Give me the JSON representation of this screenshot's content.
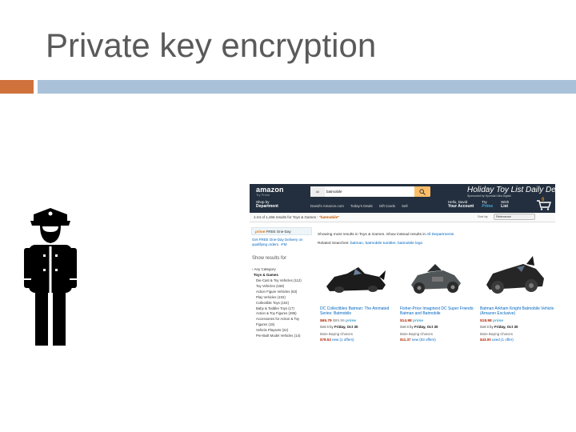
{
  "slide": {
    "title": "Private key encryption"
  },
  "colors": {
    "accent": "#d0723c",
    "rule": "#a9c1d9",
    "amazon_nav": "#232f3e",
    "search_button": "#febd69",
    "link": "#0066c0",
    "price": "#b12704"
  },
  "amazon": {
    "logo": "amazon",
    "logo_sub": "Try Prime",
    "search": {
      "category": "All",
      "query": "batmobile"
    },
    "promo": "Holiday Toy List Daily Deals",
    "promo_sub": "Sponsored by Hyundai Ultra Digital",
    "shop_by": "Shop by",
    "department": "Department",
    "nav_links": [
      "David's Amazon.com",
      "Today's Deals",
      "Gift Cards",
      "Sell"
    ],
    "hello": "Hello, David",
    "your_account": "Your Account",
    "try": "Try",
    "prime": "Prime",
    "wish": "Wish",
    "list": "List",
    "cart_count": "0",
    "results_prefix": "1-24 of 1,466 results for Toys & Games : ",
    "results_query": "\"batmobile\"",
    "sort_label": "Sort by",
    "sort_value": "Relevance",
    "sidebar": {
      "prime_box_logo": "prime",
      "prime_box_text": "FREE One-Day",
      "free_delivery": "Get FREE One-Day Delivery on qualifying orders. ›FM",
      "show_results": "Show results for",
      "any_category": "‹ Any Category",
      "root": "Toys & Games",
      "categories": [
        "Die-Cast & Toy Vehicles (112)",
        "Toy Vehicles (158)",
        "Action Figure Vehicles (63)",
        "Play Vehicles (102)",
        "Collectible Toys (104)",
        "Baby & Toddler Toys (17)",
        "Action & Toy Figures (285)",
        "Accessories for Action & Toy",
        "Figures (15)",
        "Vehicle Playsets (22)",
        "Pre-Built Model Vehicles (14)"
      ]
    },
    "showing": "Showing most results in Toys & Games. Show instead results in ",
    "showing_link": "All Departments",
    "related_prefix": "Related Searches: ",
    "related_links": "batman, batmobile tumbler, batmobile lego",
    "products": [
      {
        "title": "DC Collectibles Batman: The Animated Series: Batmobile",
        "price": "$65.79",
        "price_note": "$89.99",
        "prime": "prime",
        "ship": "Get it by ",
        "ship_date": "Friday, Oct 30",
        "more": "More Buying Choices",
        "more_price": "$78.53",
        "more_note": "new (1 offers)"
      },
      {
        "title": "Fisher-Price Imaginext DC Super Friends: Batman and Batmobile",
        "price": "$14.98",
        "price_note": "",
        "prime": "prime",
        "ship": "Get it by ",
        "ship_date": "Friday, Oct 30",
        "more": "More Buying Choices",
        "more_price": "$11.37",
        "more_note": "new (53 offers)"
      },
      {
        "title": "Batman Arkham Knight Batmobile Vehicle (Amazon Exclusive)",
        "price": "$18.98",
        "price_note": "",
        "prime": "prime",
        "ship": "Get it by ",
        "ship_date": "Friday, Oct 30",
        "more": "More Buying Choices",
        "more_price": "$43.00",
        "more_note": "used (1 offer)"
      }
    ]
  }
}
